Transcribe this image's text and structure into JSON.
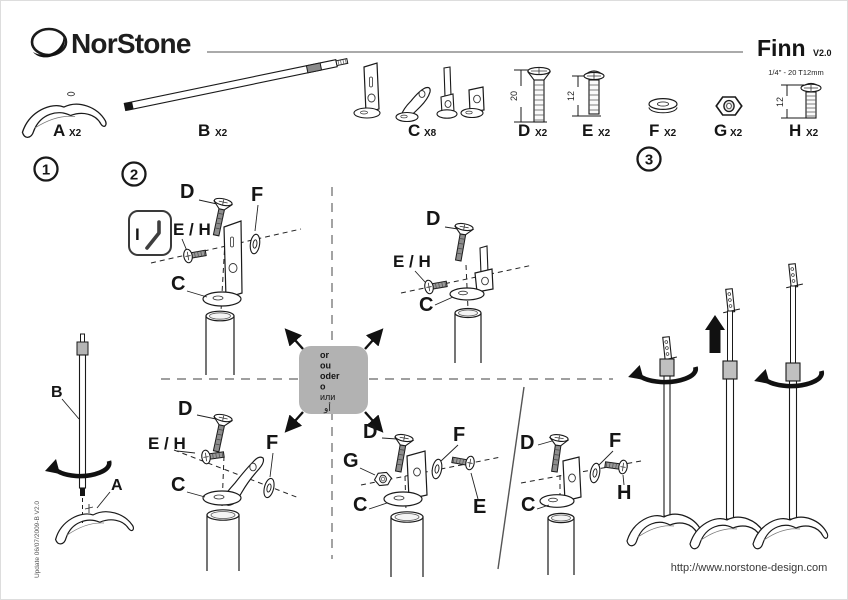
{
  "header": {
    "brand": "NorStone",
    "product": "Finn",
    "version": "V2.0",
    "screw_spec": "1/4\" - 20 T12mm"
  },
  "parts_row": {
    "items": [
      {
        "letter": "A",
        "qty": "X2"
      },
      {
        "letter": "B",
        "qty": "X2"
      },
      {
        "letter": "C",
        "qty": "X8"
      },
      {
        "letter": "D",
        "qty": "X2",
        "dimension": "20"
      },
      {
        "letter": "E",
        "qty": "X2",
        "dimension": "12"
      },
      {
        "letter": "F",
        "qty": "X2"
      },
      {
        "letter": "G",
        "qty": "X2"
      },
      {
        "letter": "H",
        "qty": "X2",
        "dimension": "12"
      }
    ]
  },
  "steps": {
    "one": "1",
    "two": "2",
    "three": "3"
  },
  "step1": {
    "pole_label": "B",
    "base_label": "A"
  },
  "step2": {
    "tool_label": "I",
    "assemblies": {
      "top_left": {
        "d": "D",
        "f": "F",
        "eh": "E / H",
        "c": "C"
      },
      "top_right": {
        "d": "D",
        "eh": "E / H",
        "c": "C"
      },
      "bottom_left": {
        "d": "D",
        "eh": "E / H",
        "c": "C",
        "f": "F"
      },
      "bottom_middle": {
        "d": "D",
        "g": "G",
        "c": "C",
        "f": "F",
        "e": "E"
      },
      "bottom_right": {
        "d": "D",
        "c": "C",
        "f": "F",
        "h": "H"
      }
    },
    "alternatives": [
      "or",
      "ou",
      "oder",
      "o",
      "или",
      "أو"
    ]
  },
  "footer": {
    "url": "http://www.norstone-design.com",
    "update_note": "Update 06/07/2009-B  V2.0"
  }
}
